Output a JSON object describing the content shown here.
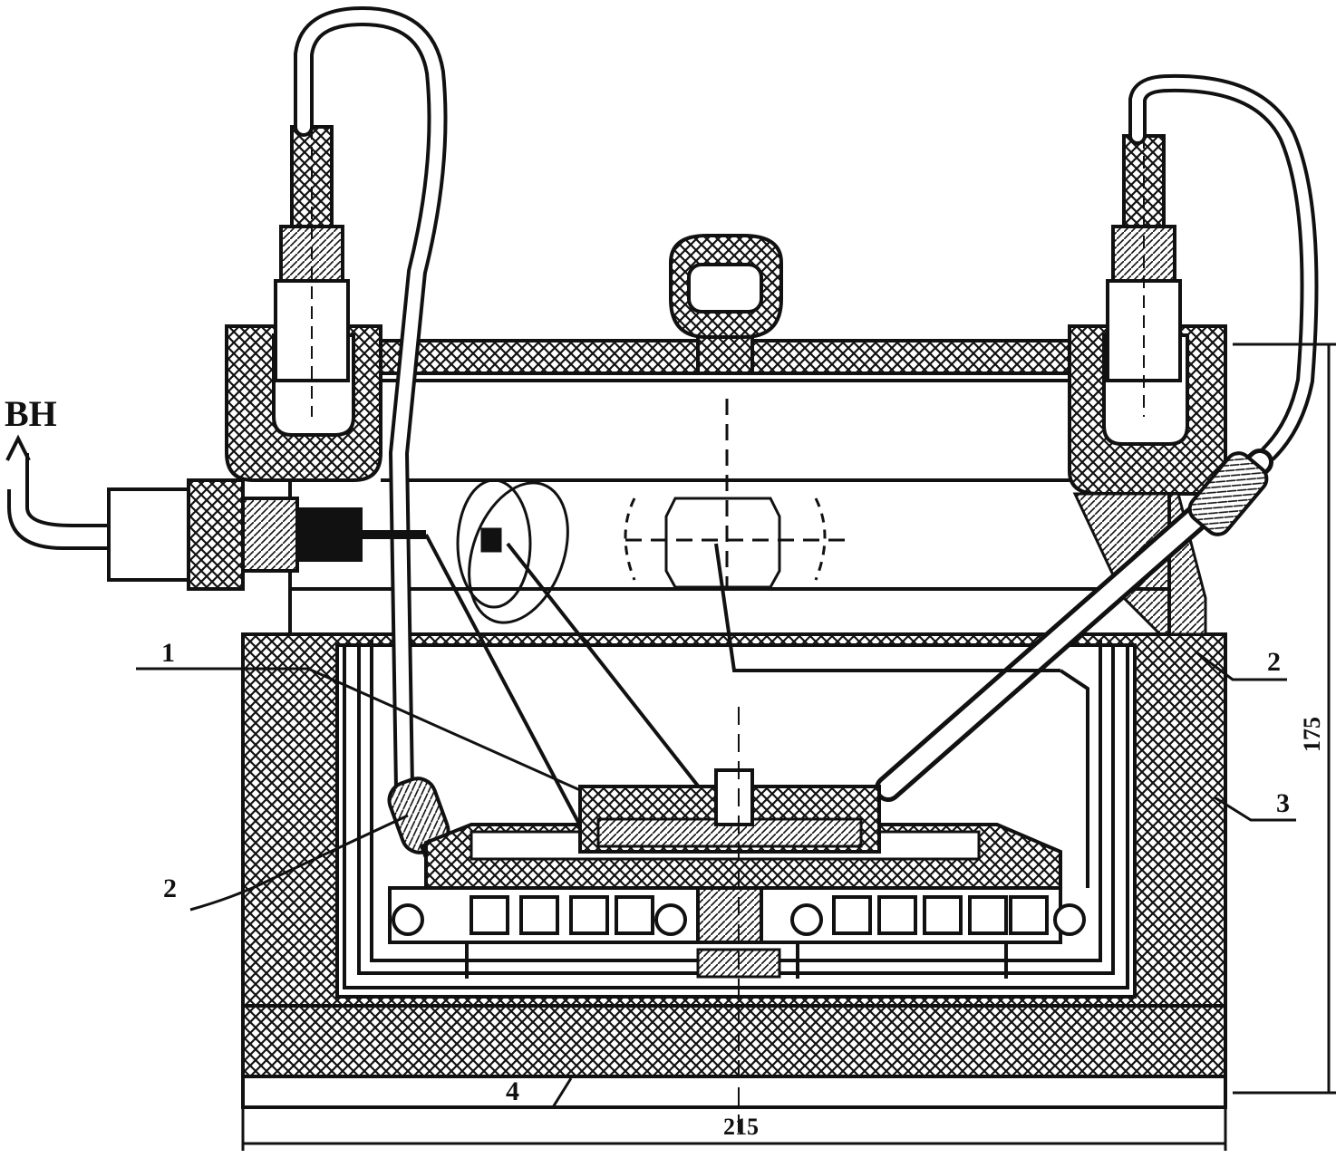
{
  "labels": {
    "inlet": "BH",
    "callout_1_left": "1",
    "callout_2_left": "2",
    "callout_2_right": "2",
    "callout_3_right": "3",
    "callout_4_bottom": "4",
    "dim_width": "215",
    "dim_height": "175"
  },
  "colors": {
    "ink": "#111111",
    "paper": "#ffffff"
  }
}
